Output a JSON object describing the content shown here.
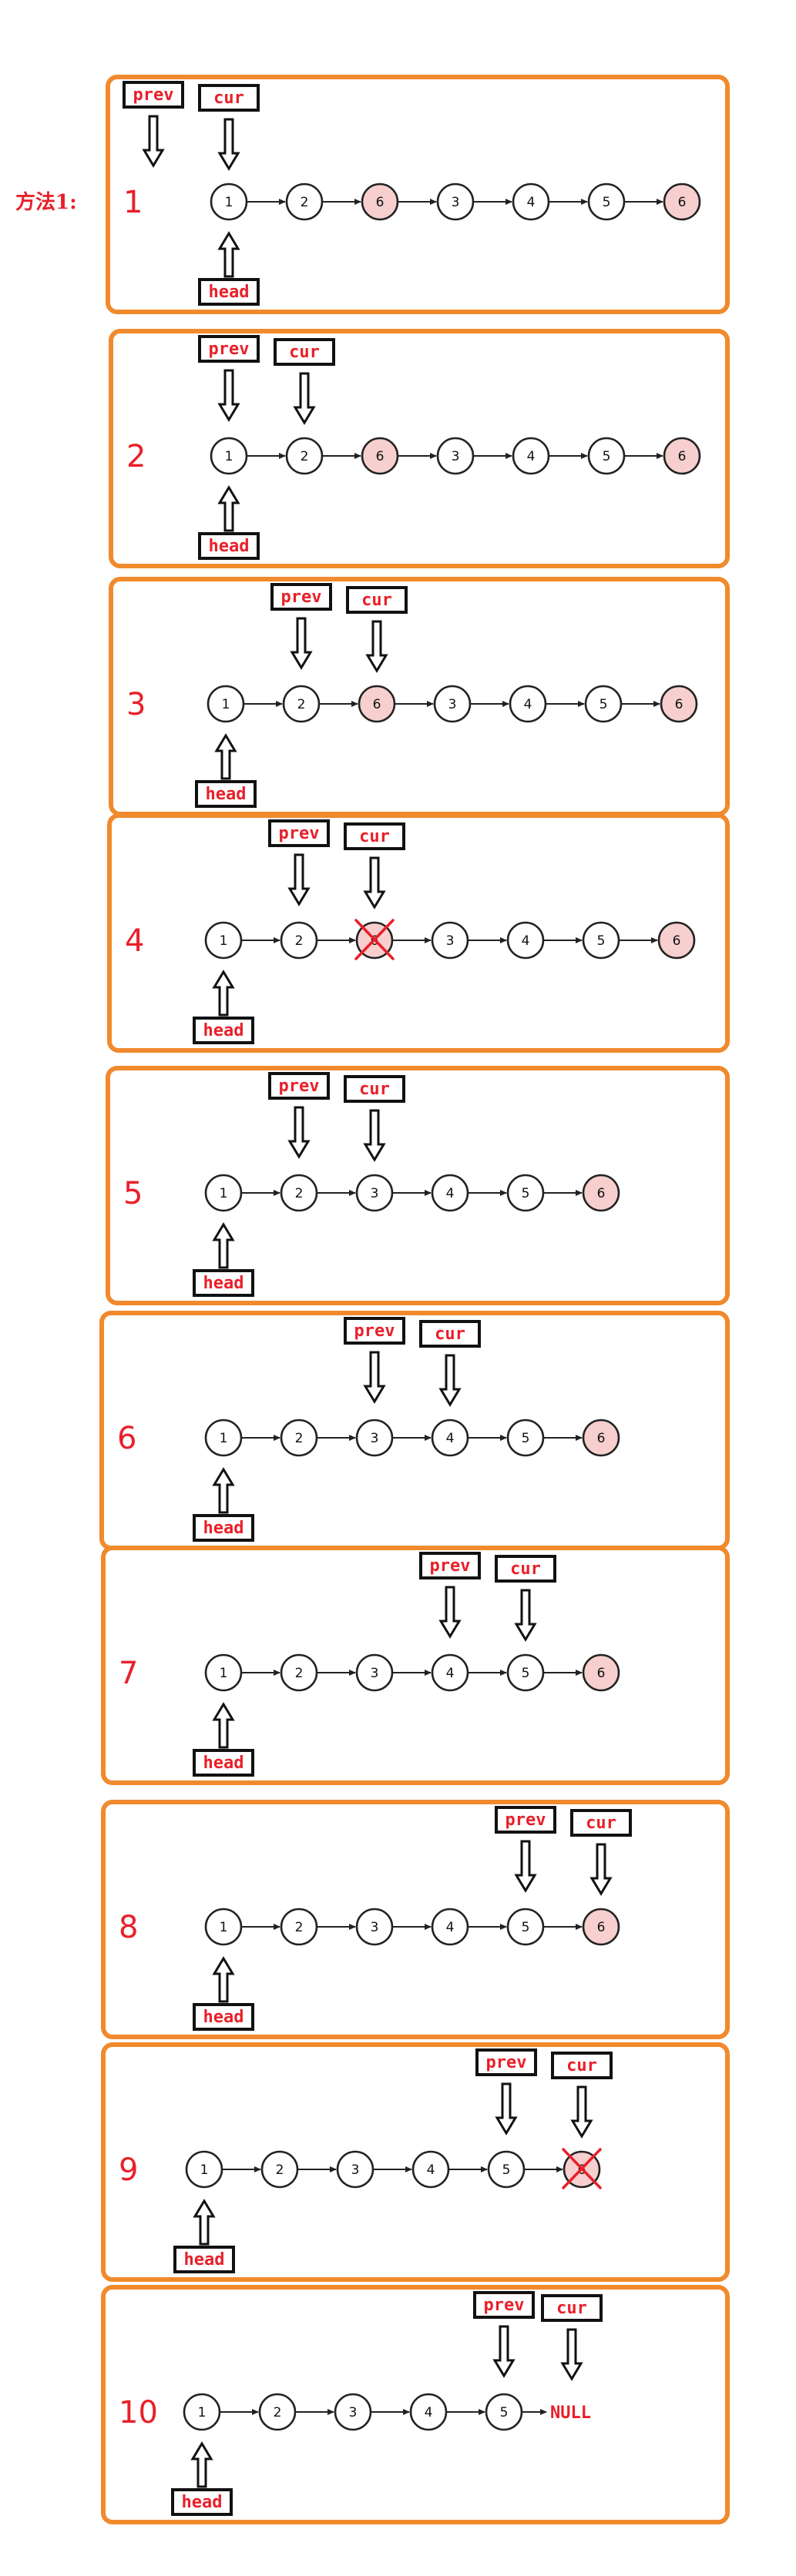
{
  "method_label": "方法1:",
  "colors": {
    "border": "#f08a2c",
    "accent_text": "#e8202a",
    "target_fill": "#f7cfcf",
    "node_fill": "#ffffff"
  },
  "pointer_labels": {
    "prev": "prev",
    "cur": "cur",
    "head": "head"
  },
  "null_label": "NULL",
  "steps": [
    {
      "label": "1",
      "nodes": [
        {
          "v": "1"
        },
        {
          "v": "2"
        },
        {
          "v": "6",
          "hl": true
        },
        {
          "v": "3"
        },
        {
          "v": "4"
        },
        {
          "v": "5"
        },
        {
          "v": "6",
          "hl": true
        }
      ],
      "prev": "before-head",
      "cur": 0,
      "head": 0
    },
    {
      "label": "2",
      "nodes": [
        {
          "v": "1"
        },
        {
          "v": "2"
        },
        {
          "v": "6",
          "hl": true
        },
        {
          "v": "3"
        },
        {
          "v": "4"
        },
        {
          "v": "5"
        },
        {
          "v": "6",
          "hl": true
        }
      ],
      "prev": 0,
      "cur": 1,
      "head": 0
    },
    {
      "label": "3",
      "nodes": [
        {
          "v": "1"
        },
        {
          "v": "2"
        },
        {
          "v": "6",
          "hl": true
        },
        {
          "v": "3"
        },
        {
          "v": "4"
        },
        {
          "v": "5"
        },
        {
          "v": "6",
          "hl": true
        }
      ],
      "prev": 1,
      "cur": 2,
      "head": 0
    },
    {
      "label": "4",
      "nodes": [
        {
          "v": "1"
        },
        {
          "v": "2"
        },
        {
          "v": "6",
          "hl": true,
          "deleted": true
        },
        {
          "v": "3"
        },
        {
          "v": "4"
        },
        {
          "v": "5"
        },
        {
          "v": "6",
          "hl": true
        }
      ],
      "prev": 1,
      "cur": 2,
      "head": 0
    },
    {
      "label": "5",
      "nodes": [
        {
          "v": "1"
        },
        {
          "v": "2"
        },
        {
          "v": "3"
        },
        {
          "v": "4"
        },
        {
          "v": "5"
        },
        {
          "v": "6",
          "hl": true
        }
      ],
      "prev": 1,
      "cur": 2,
      "head": 0
    },
    {
      "label": "6",
      "nodes": [
        {
          "v": "1"
        },
        {
          "v": "2"
        },
        {
          "v": "3"
        },
        {
          "v": "4"
        },
        {
          "v": "5"
        },
        {
          "v": "6",
          "hl": true
        }
      ],
      "prev": 2,
      "cur": 3,
      "head": 0
    },
    {
      "label": "7",
      "nodes": [
        {
          "v": "1"
        },
        {
          "v": "2"
        },
        {
          "v": "3"
        },
        {
          "v": "4"
        },
        {
          "v": "5"
        },
        {
          "v": "6",
          "hl": true
        }
      ],
      "prev": 3,
      "cur": 4,
      "head": 0
    },
    {
      "label": "8",
      "nodes": [
        {
          "v": "1"
        },
        {
          "v": "2"
        },
        {
          "v": "3"
        },
        {
          "v": "4"
        },
        {
          "v": "5"
        },
        {
          "v": "6",
          "hl": true
        }
      ],
      "prev": 4,
      "cur": 5,
      "head": 0
    },
    {
      "label": "9",
      "nodes": [
        {
          "v": "1"
        },
        {
          "v": "2"
        },
        {
          "v": "3"
        },
        {
          "v": "4"
        },
        {
          "v": "5"
        },
        {
          "v": "6",
          "hl": true,
          "deleted": true
        }
      ],
      "prev": 4,
      "cur": 5,
      "head": 0
    },
    {
      "label": "10",
      "nodes": [
        {
          "v": "1"
        },
        {
          "v": "2"
        },
        {
          "v": "3"
        },
        {
          "v": "4"
        },
        {
          "v": "5"
        }
      ],
      "tail_null": true,
      "prev": 4,
      "cur": "null",
      "head": 0
    }
  ]
}
